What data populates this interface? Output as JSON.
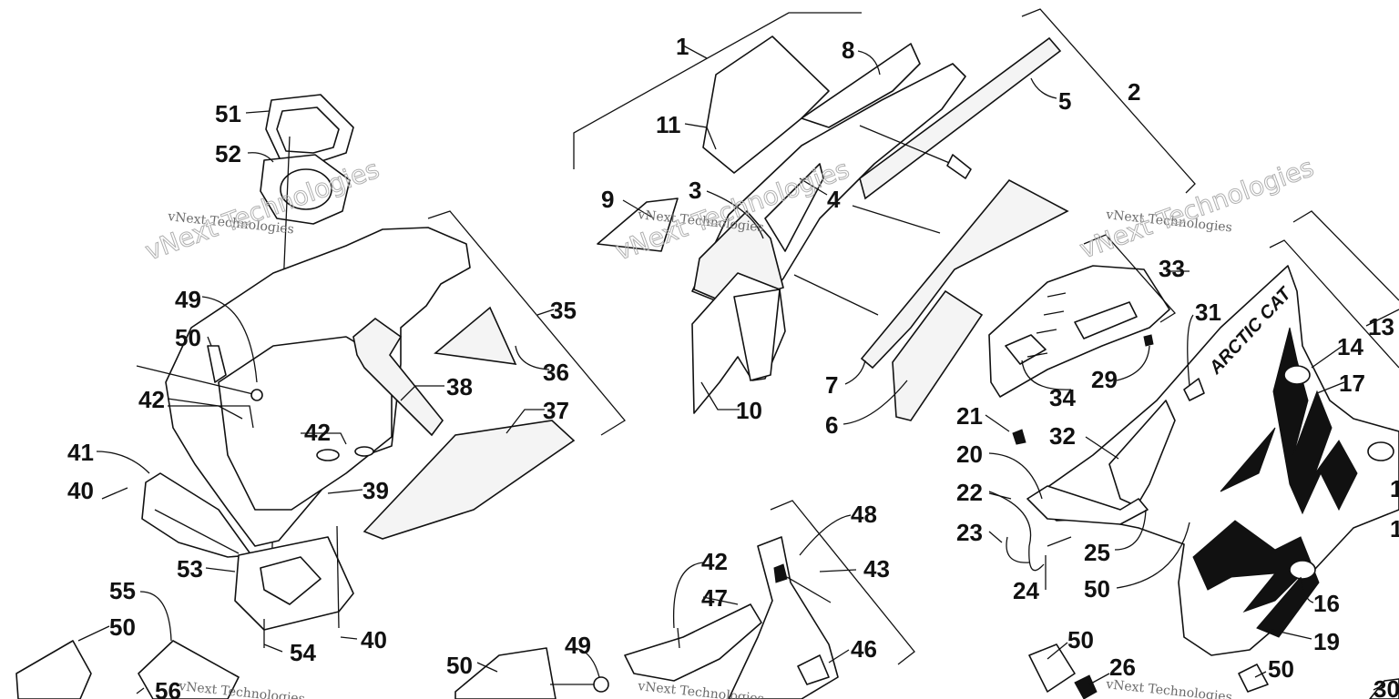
{
  "watermark": {
    "small_text": "vNext Technologies",
    "big_text": "vNext Technologies"
  },
  "logo": "ARCTIC CAT",
  "callouts": {
    "c1": "1",
    "c2": "2",
    "c3": "3",
    "c4": "4",
    "c5": "5",
    "c6": "6",
    "c7": "7",
    "c8": "8",
    "c9": "9",
    "c10": "10",
    "c11": "11",
    "c13": "13",
    "c14": "14",
    "c16": "16",
    "c17": "17",
    "c19": "19",
    "c20": "20",
    "c21": "21",
    "c22": "22",
    "c23": "23",
    "c24": "24",
    "c25": "25",
    "c26": "26",
    "c29": "29",
    "c30": "30",
    "c31": "31",
    "c32": "32",
    "c33": "33",
    "c34": "34",
    "c35": "35",
    "c36": "36",
    "c37": "37",
    "c38": "38",
    "c39": "39",
    "c40a": "40",
    "c40b": "40",
    "c41": "41",
    "c42a": "42",
    "c42b": "42",
    "c42c": "42",
    "c43": "43",
    "c46": "46",
    "c47": "47",
    "c48": "48",
    "c49a": "49",
    "c49b": "49",
    "c50a": "50",
    "c50b": "50",
    "c50c": "50",
    "c50d": "50",
    "c50e": "50",
    "c50f": "50",
    "c51": "51",
    "c52": "52",
    "c53": "53",
    "c54": "54",
    "c55": "55",
    "c56": "56",
    "c1r_a": "1",
    "c1r_b": "1"
  }
}
